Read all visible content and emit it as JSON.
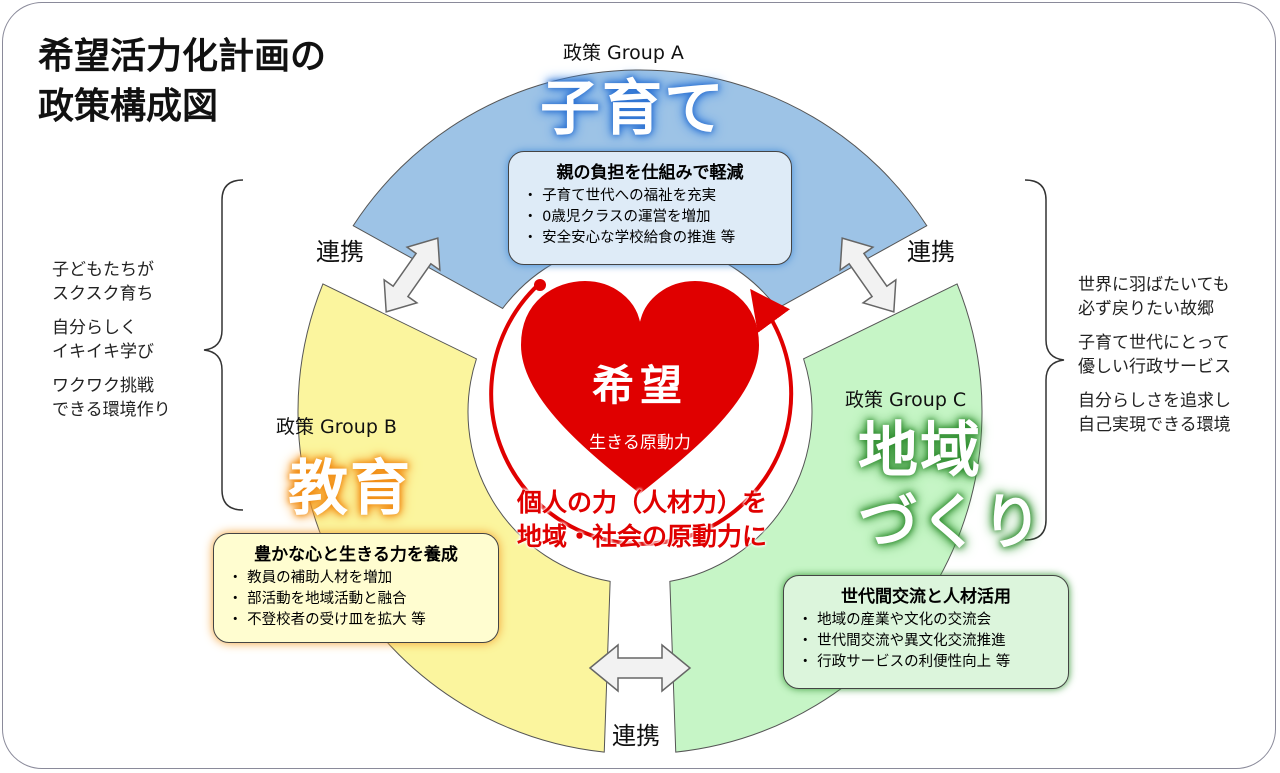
{
  "title": [
    "希望活力化計画の",
    "政策構成図"
  ],
  "left_notes": [
    [
      "子どもたちが",
      "スクスク育ち"
    ],
    [
      "自分らしく",
      "イキイキ学び"
    ],
    [
      "ワクワク挑戦",
      "できる環境作り"
    ]
  ],
  "right_notes": [
    [
      "世界に羽ばたいても",
      "必ず戻りたい故郷"
    ],
    [
      "子育て世代にとって",
      "優しい行政サービス"
    ],
    [
      "自分らしさを追求し",
      "自己実現できる環境"
    ]
  ],
  "link_label": "連携",
  "groups": {
    "a": {
      "label": "政策 Group A",
      "name": "子育て",
      "box_title": "親の負担を仕組みで軽減",
      "items": [
        "・ 子育て世代への福祉を充実",
        "・ 0歳児クラスの運営を増加",
        "・ 安全安心な学校給食の推進 等"
      ],
      "color": "#9dc3e6"
    },
    "b": {
      "label": "政策 Group B",
      "name": "教育",
      "box_title": "豊かな心と生きる力を養成",
      "items": [
        "・ 教員の補助人材を増加",
        "・ 部活動を地域活動と融合",
        "・ 不登校者の受け皿を拡大 等"
      ],
      "color": "#fbf59e"
    },
    "c": {
      "label": "政策 Group C",
      "name_1": "地域",
      "name_2": "づくり",
      "box_title": "世代間交流と人材活用",
      "items": [
        "・ 地域の産業や文化の交流会",
        "・ 世代間交流や異文化交流推進",
        "・ 行政サービスの利便性向上 等"
      ],
      "color": "#c6f5c6"
    }
  },
  "center": {
    "heart_title": "希望",
    "heart_sub": "生きる原動力",
    "message": [
      "個人の力（人材力）を",
      "地域・社会の原動力に"
    ],
    "color": "#e00000"
  }
}
